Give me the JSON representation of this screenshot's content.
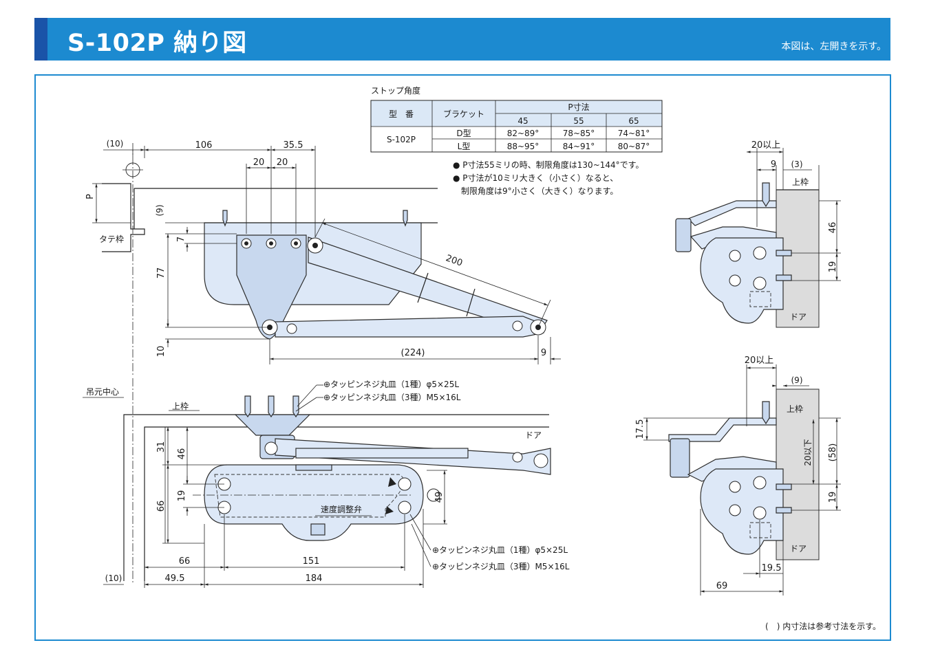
{
  "header": {
    "title": "S-102P 納り図",
    "note": "本図は、左開きを示す。"
  },
  "stop_angle": {
    "caption": "ストップ角度",
    "col_model": "型　番",
    "col_bracket": "ブラケット",
    "col_p": "P寸法",
    "p_values": [
      "45",
      "55",
      "65"
    ],
    "model": "S-102P",
    "rows": [
      {
        "bracket": "D型",
        "values": [
          "82~89°",
          "78~85°",
          "74~81°"
        ]
      },
      {
        "bracket": "L型",
        "values": [
          "88~95°",
          "84~91°",
          "80~87°"
        ]
      }
    ]
  },
  "notes": [
    "● P寸法55ミリの時、制限角度は130~144°です。",
    "● P寸法が10ミリ大きく（小さく）なると、",
    "　制限角度は9°小さく（大きく）なります。"
  ],
  "top_view": {
    "dims": {
      "d10": "(10)",
      "d106": "106",
      "d35_5": "35.5",
      "d20a": "20",
      "d20b": "20",
      "dP": "P",
      "d9": "(9)",
      "d7": "7",
      "d77": "77",
      "d10b": "10",
      "d200": "200",
      "d224": "(224)",
      "d9b": "9"
    },
    "labels": {
      "tate": "タテ枠"
    }
  },
  "front_view": {
    "labels": {
      "hinge_center": "吊元中心",
      "upper_frame": "上枠",
      "door": "ドア",
      "speed_valve": "速度調整弁",
      "screw1": "⊕タッピンネジ丸皿（1種）φ5×25L",
      "screw3": "⊕タッピンネジ丸皿（3種）M5×16L"
    },
    "dims": {
      "d31": "31",
      "d46": "46",
      "d66v": "66",
      "d19": "19",
      "d49": "49",
      "d66": "66",
      "d151": "151",
      "d10": "(10)",
      "d49_5": "49.5",
      "d184": "184"
    }
  },
  "side_view_d": {
    "dims": {
      "d20up": "20以上",
      "d9": "9",
      "d3": "(3)",
      "d46": "46",
      "d19": "19"
    },
    "labels": {
      "upper_frame": "上枠",
      "door": "ドア"
    }
  },
  "side_view_l": {
    "dims": {
      "d20up": "20以上",
      "d9": "(9)",
      "d17_5": "17.5",
      "d20down": "20以下",
      "d58": "(58)",
      "d19": "19",
      "d19_5": "19.5",
      "d69": "69"
    },
    "labels": {
      "upper_frame": "上枠",
      "door": "ドア"
    }
  },
  "footer_note": "(　) 内寸法は参考寸法を示す。"
}
